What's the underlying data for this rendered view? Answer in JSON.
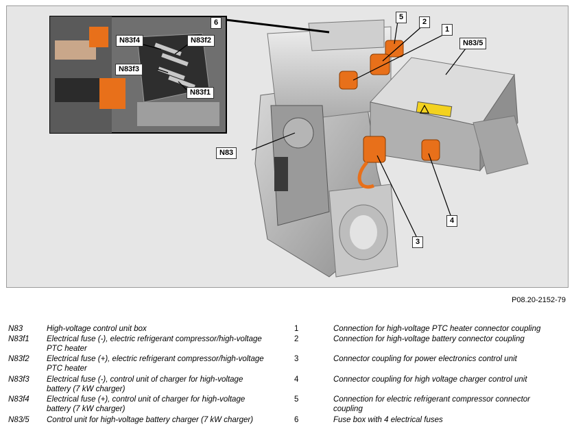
{
  "figure": {
    "callouts": {
      "inset_number": "6",
      "n83f4": "N83f4",
      "n83f2": "N83f2",
      "n83f3": "N83f3",
      "n83f1": "N83f1",
      "n83": "N83",
      "n83_5": "N83/5",
      "c1": "1",
      "c2": "2",
      "c3": "3",
      "c4": "4",
      "c5": "5"
    },
    "warning_icon": "high-voltage-warning-icon"
  },
  "reference": "P08.20-2152-79",
  "legend_left": [
    {
      "code": "N83",
      "text": "High-voltage control unit box"
    },
    {
      "code": "N83f1",
      "text": "Electrical fuse (-), electric refrigerant compressor/high-voltage PTC heater"
    },
    {
      "code": "N83f2",
      "text": "Electrical fuse (+), electric refrigerant compressor/high-voltage PTC heater"
    },
    {
      "code": "N83f3",
      "text": "Electrical fuse (-), control unit of charger for high-voltage battery (7 kW charger)"
    },
    {
      "code": "N83f4",
      "text": "Electrical fuse (+), control unit of charger for high-voltage battery (7 kW charger)"
    },
    {
      "code": "N83/5",
      "text": "Control unit for high-voltage battery charger (7 kW charger)"
    }
  ],
  "legend_right": [
    {
      "num": "1",
      "text": "Connection for high-voltage PTC heater connector coupling"
    },
    {
      "num": "2",
      "text": "Connection for high-voltage battery connector coupling"
    },
    {
      "num": "3",
      "text": "Connector coupling for power electronics control unit"
    },
    {
      "num": "4",
      "text": "Connector coupling for high voltage charger control unit"
    },
    {
      "num": "5",
      "text": "Connection for electric refrigerant compressor connector coupling"
    },
    {
      "num": "6",
      "text": "Fuse box with 4 electrical fuses"
    }
  ]
}
